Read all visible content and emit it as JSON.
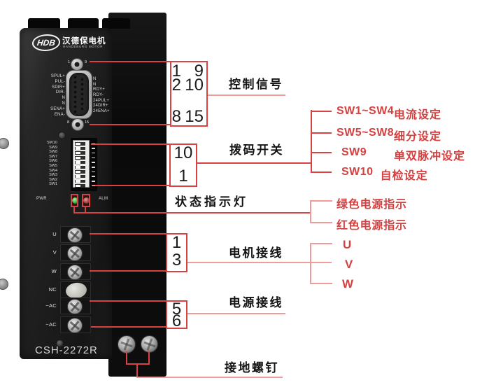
{
  "colors": {
    "callout_red": "#d74343",
    "callout_red_light": "#f09a9a",
    "text_red": "#d54040",
    "led_green": "#2f9e2f",
    "led_red": "#96302f"
  },
  "device": {
    "logo": {
      "abbr": "HDB",
      "name_cn": "汉德保电机",
      "name_en": "HANDEBURG MOTOR"
    },
    "model": "CSH-2272R",
    "connector": {
      "pin_top_left": "1",
      "pin_top_right": "9",
      "pin_bottom_left": "8",
      "pin_bottom_right": "15",
      "left_pins": [
        "SPUL+",
        "PUL-",
        "SDIR+",
        "DIR-",
        "N",
        "N",
        "SENA+",
        "ENA-"
      ],
      "right_pins": [
        "N",
        "N",
        "RDY+",
        "RDY-",
        "24PUL+",
        "24DIR+",
        "24ENA+"
      ]
    },
    "dip_labels": [
      "SW10",
      "SW9",
      "SW8",
      "SW7",
      "SW6",
      "SW5",
      "SW4",
      "SW3",
      "SW2",
      "SW1"
    ],
    "led_left_label": "PWR",
    "led_right_label": "ALM",
    "terminal_labels": [
      "U",
      "V",
      "W",
      "NC",
      "~AC",
      "~AC"
    ]
  },
  "callouts": {
    "control_signal": {
      "label": "控制信号",
      "pin_rows": [
        [
          "1",
          "9"
        ],
        [
          "2",
          "10"
        ],
        [
          "8",
          "15"
        ]
      ]
    },
    "dip_switch": {
      "label": "拨码开关",
      "range_top": "10",
      "range_bottom": "1",
      "functions": [
        {
          "sw": "SW1~SW4",
          "desc": "电流设定"
        },
        {
          "sw": "SW5~SW8",
          "desc": "细分设定"
        },
        {
          "sw": "SW9",
          "desc": "单双脉冲设定"
        },
        {
          "sw": "SW10",
          "desc": "自检设定"
        }
      ]
    },
    "status_leds": {
      "label": "状态指示灯",
      "green": "绿色电源指示",
      "red": "红色电源指示"
    },
    "motor_wiring": {
      "label": "电机接线",
      "range_top": "1",
      "range_bottom": "3",
      "phases": [
        "U",
        "V",
        "W"
      ]
    },
    "power_wiring": {
      "label": "电源接线",
      "range_top": "5",
      "range_bottom": "6"
    },
    "ground_screw": {
      "label": "接地螺钉"
    }
  }
}
